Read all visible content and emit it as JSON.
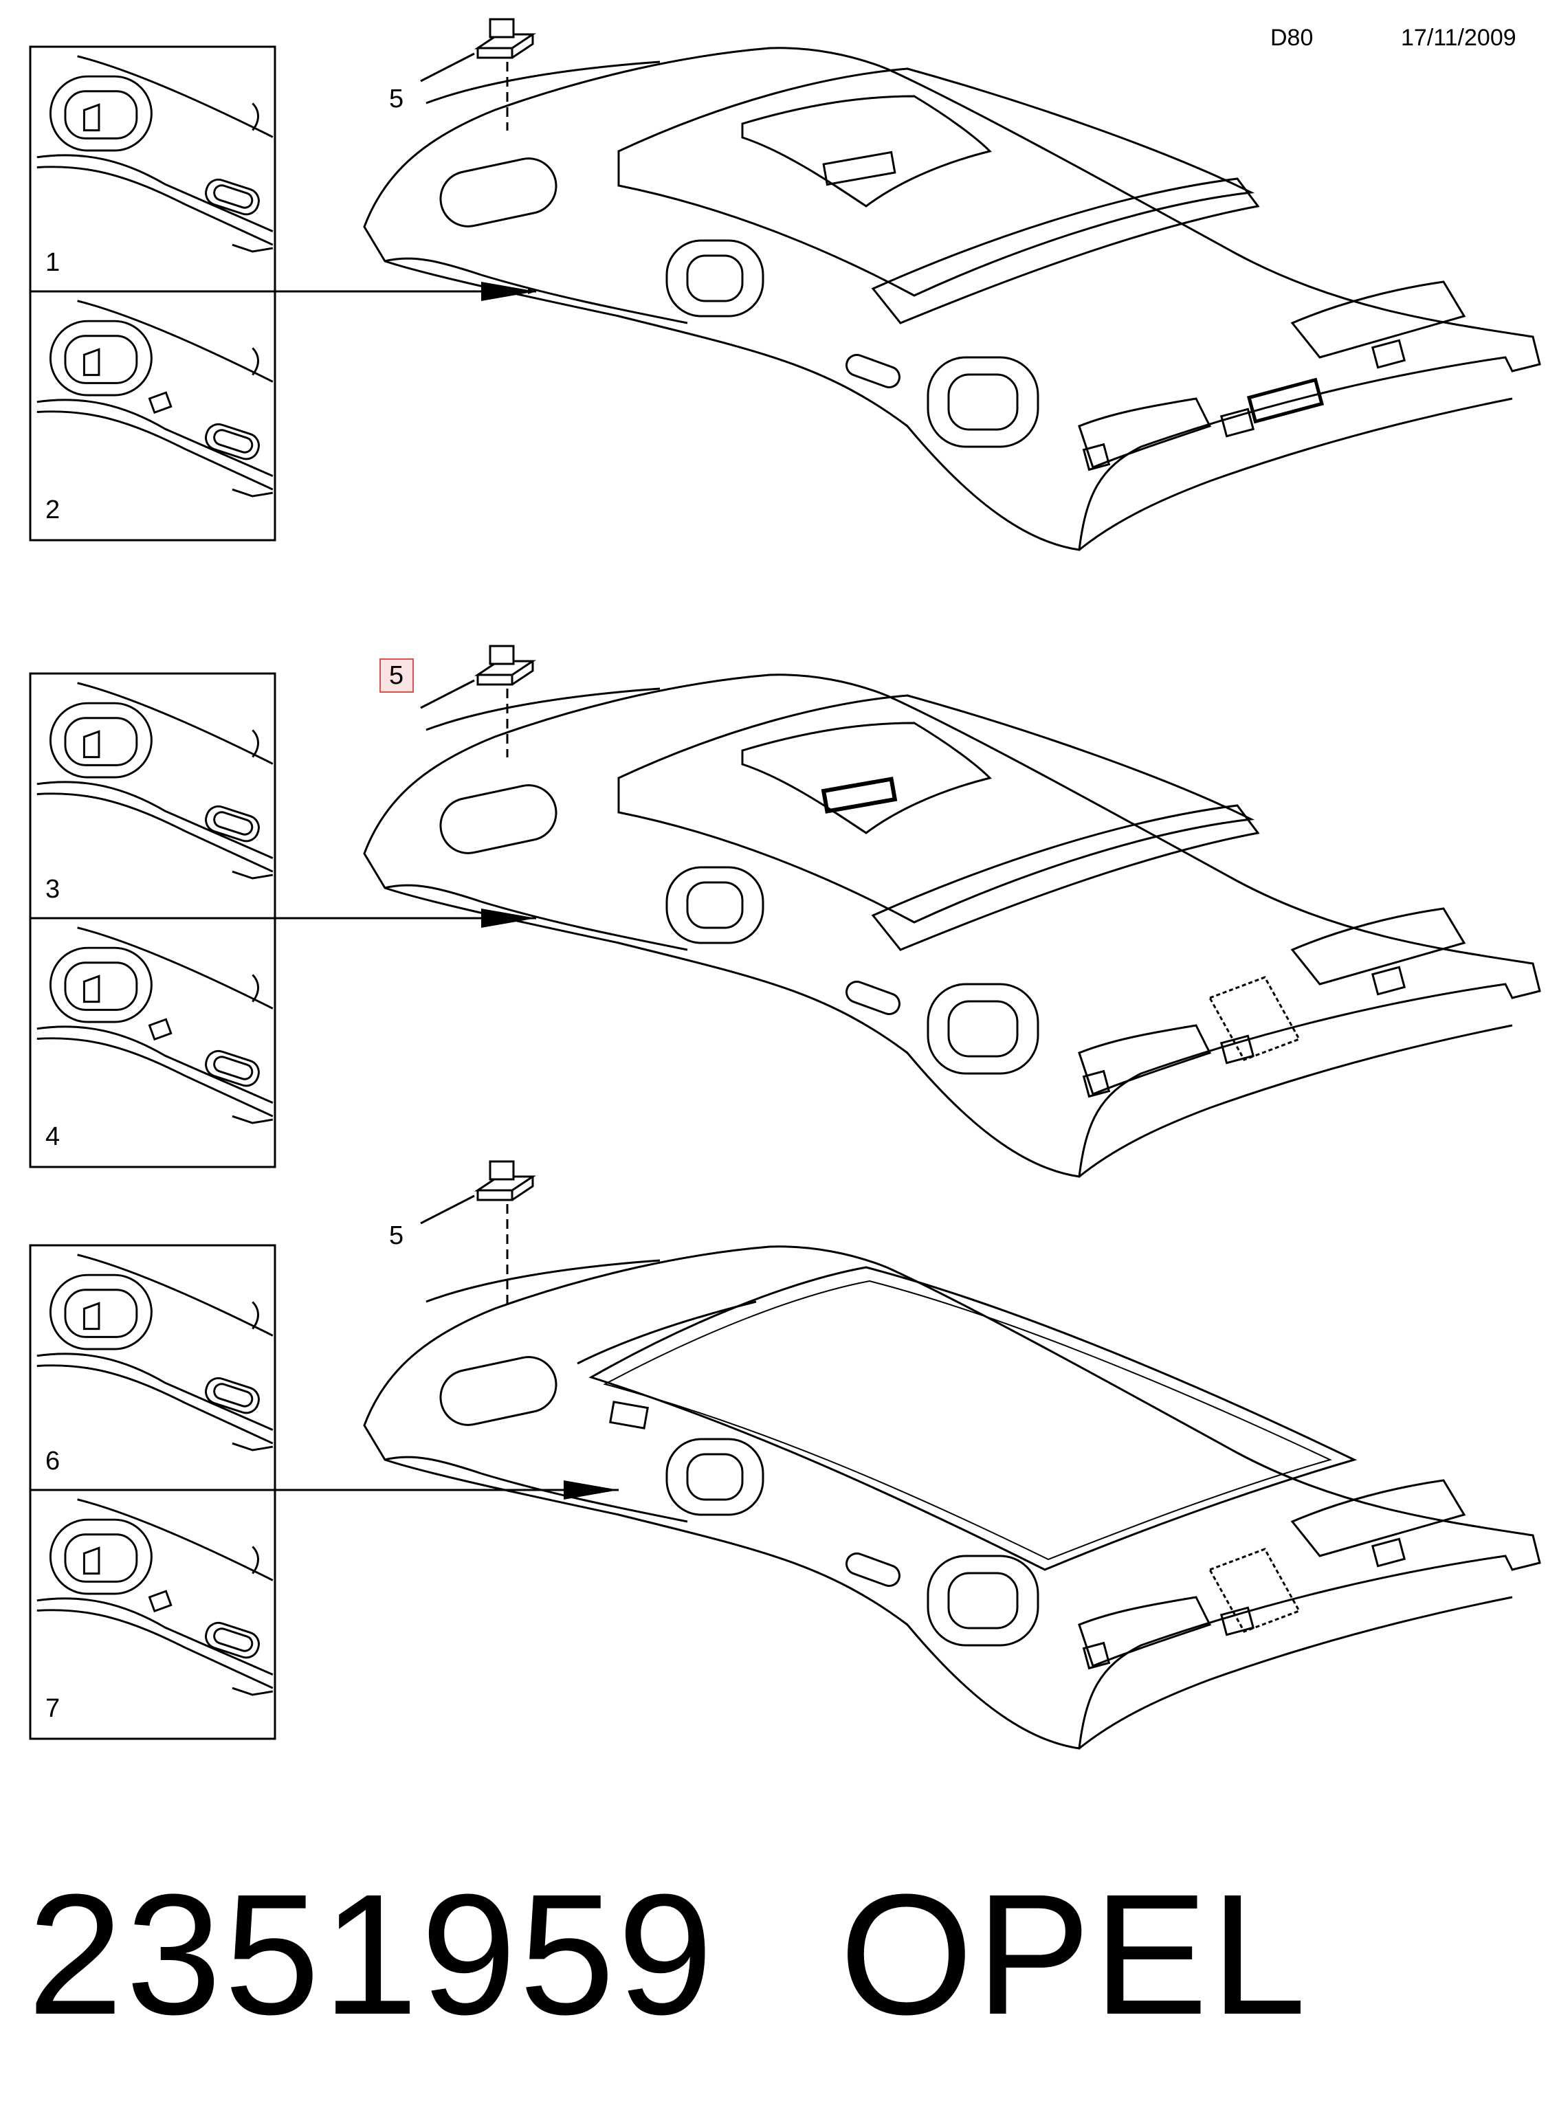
{
  "header": {
    "section_code": "D80",
    "date": "17/11/2009"
  },
  "groups": [
    {
      "insets": [
        {
          "label": "1"
        },
        {
          "label": "2"
        }
      ],
      "callout": {
        "label": "5",
        "highlighted": false
      },
      "variant": "sunroof-panel"
    },
    {
      "insets": [
        {
          "label": "3"
        },
        {
          "label": "4"
        }
      ],
      "callout": {
        "label": "5",
        "highlighted": true
      },
      "variant": "sunroof-panel-with-mesh"
    },
    {
      "insets": [
        {
          "label": "6"
        },
        {
          "label": "7"
        }
      ],
      "callout": {
        "label": "5",
        "highlighted": false
      },
      "variant": "large-panoramic-opening"
    }
  ],
  "footer": {
    "part_number": "2351959",
    "brand": "OPEL"
  },
  "colors": {
    "line": "#000000",
    "highlight_border": "#d9534f",
    "highlight_fill": "#fbe3e3"
  }
}
